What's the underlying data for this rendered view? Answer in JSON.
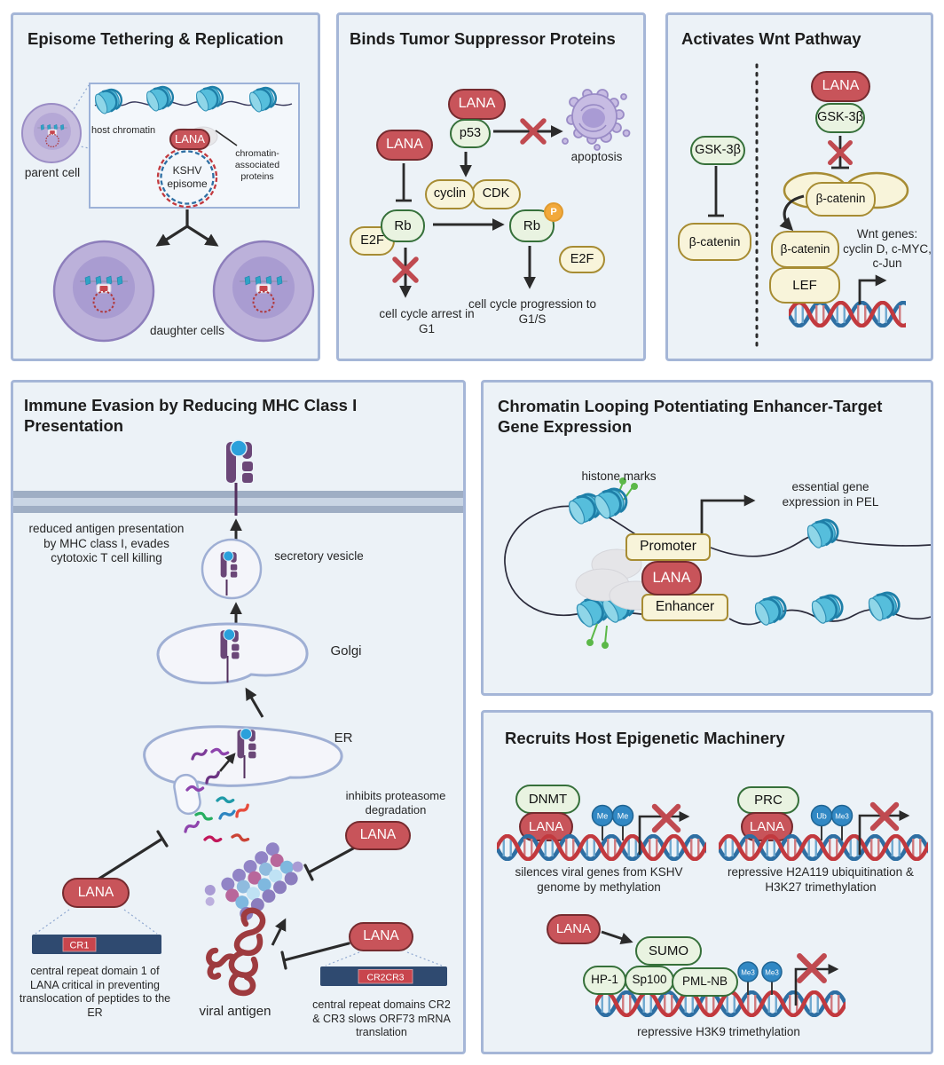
{
  "figure": {
    "shared": {
      "lana": "LANA"
    },
    "episome": {
      "title": "Episome Tethering & Replication",
      "host_chromatin": "host chromatin",
      "chromatin_proteins": "chromatin-associated proteins",
      "kshv_episome": "KSHV episome",
      "parent_cell": "parent cell",
      "daughter_cells": "daughter cells"
    },
    "tumor": {
      "title": "Binds Tumor Suppressor Proteins",
      "p53": "p53",
      "apoptosis": "apoptosis",
      "cyclin": "cyclin",
      "cdk": "CDK",
      "e2f": "E2F",
      "rb": "Rb",
      "phospho": "P",
      "arrest": "cell cycle arrest in G1",
      "progression": "cell cycle progression to G1/S"
    },
    "wnt": {
      "title": "Activates Wnt Pathway",
      "gsk3b": "GSK-3β",
      "b_catenin": "β-catenin",
      "lef": "LEF",
      "wnt_genes": "Wnt genes: cyclin D, c-MYC, c-Jun"
    },
    "immune": {
      "title": "Immune Evasion by Reducing MHC Class I Presentation",
      "reduced": "reduced antigen presentation by MHC class I, evades cytotoxic T cell killing",
      "secretory_vesicle": "secretory vesicle",
      "golgi": "Golgi",
      "er": "ER",
      "inhibits": "inhibits proteasome degradation",
      "cr1": "CR1",
      "cr1_caption": "central repeat domain 1 of LANA critical in preventing translocation of peptides to the ER",
      "viral_antigen": "viral antigen",
      "cr2cr3": "CR2CR3",
      "cr2cr3_caption": "central repeat domains CR2 & CR3 slows ORF73 mRNA translation"
    },
    "looping": {
      "title": "Chromatin Looping Potentiating Enhancer-Target Gene Expression",
      "histone_marks": "histone marks",
      "essential": "essential gene expression in PEL",
      "promoter": "Promoter",
      "enhancer": "Enhancer"
    },
    "epigenetic": {
      "title": "Recruits Host Epigenetic Machinery",
      "dnmt": "DNMT",
      "me": "Me",
      "silences": "silences viral genes from KSHV genome by methylation",
      "prc": "PRC",
      "ub": "Ub",
      "me3": "Me3",
      "h2a": "repressive H2A119 ubiquitination & H3K27 trimethylation",
      "sumo": "SUMO",
      "hp1": "HP-1",
      "sp100": "Sp100",
      "pmlnb": "PML-NB",
      "h3k9": "repressive H3K9 trimethylation"
    },
    "colors": {
      "lana_red": "#C8545A",
      "green_fill": "#E9F3E1",
      "yellow_fill": "#F8F4DA",
      "panel_bg": "#ECF2F7",
      "panel_border": "#A5B6D7",
      "dna_red": "#C2393E",
      "dna_blue": "#2E6FA3",
      "cross_red": "#C04A50",
      "phospho_orange": "#F2A93B",
      "methyl_blue": "#3188C4"
    }
  }
}
